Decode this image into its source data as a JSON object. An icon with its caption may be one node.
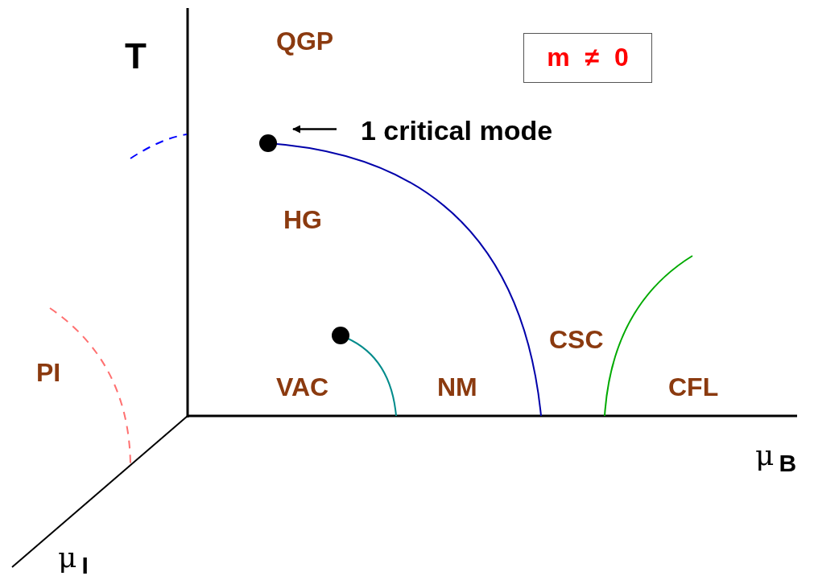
{
  "diagram": {
    "nodes": [
      {
        "text": [
          "m ≠ 0"
        ]
      },
      {
        "text": [],
        "shape": "circle"
      },
      {
        "text": [
          "1 critical mode"
        ]
      },
      {
        "text": [],
        "shape": "circle"
      }
    ],
    "edges": [
      {
        "from": 2,
        "to": 1,
        "arrow": "to"
      }
    ],
    "labels": [
      "T",
      "QGP",
      "HG",
      "PI",
      "CSC",
      "VAC",
      "NM",
      "CFL",
      "μ$_{B}$",
      "μ$_{I}$"
    ]
  }
}
